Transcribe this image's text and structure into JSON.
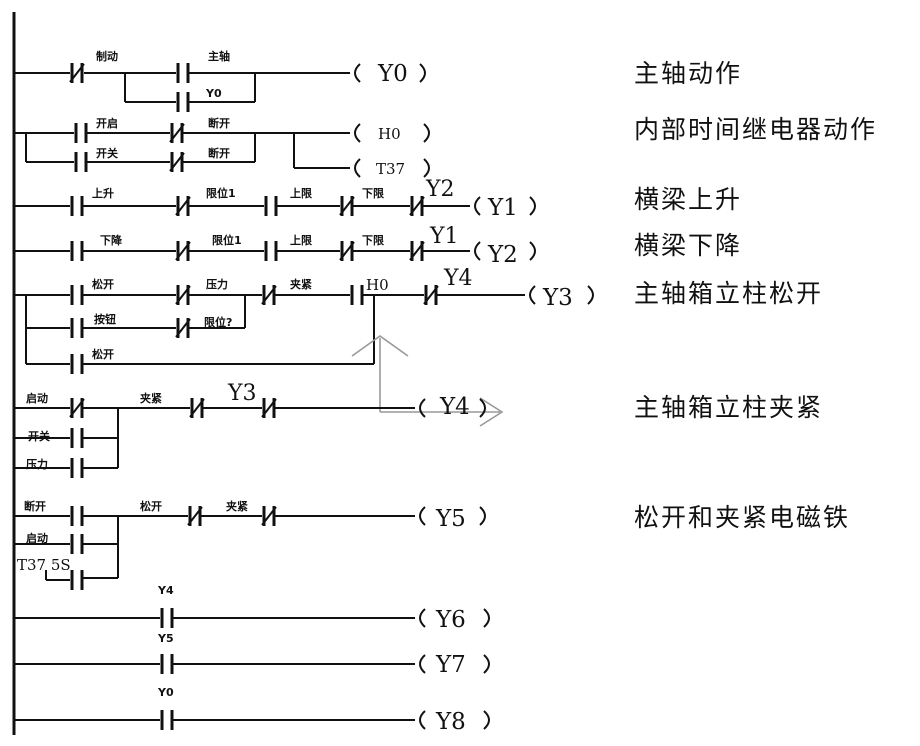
{
  "diagram": {
    "notes": [
      "主轴动作",
      "内部时间继电器动作",
      "横梁上升",
      "横梁下降",
      "主轴箱立柱松开",
      "主轴箱立柱夹紧",
      "松开和夹紧电磁铁"
    ],
    "coils": [
      "Y0",
      "H0",
      "T37",
      "Y1",
      "Y2",
      "Y3",
      "Y4",
      "Y5",
      "Y6",
      "Y7",
      "Y8"
    ],
    "contact_labels": {
      "r1_c1": "制动",
      "r1_c2": "主轴",
      "r1_c3": "Y0",
      "r2_c1": "开启",
      "r2_c2": "断开",
      "r2_c3": "开关",
      "r2_c4": "断开",
      "r3_c1": "上升",
      "r3_c2": "限位1",
      "r3_c3": "上限",
      "r3_c4": "下限",
      "r3_tag": "Y2",
      "r4_c1": "下降",
      "r4_c2": "限位1",
      "r4_c3": "上限",
      "r4_c4": "下限",
      "r4_tag": "Y1",
      "r5_c1": "松开",
      "r5_c2": "压力",
      "r5_c3": "夹紧",
      "r5_c4": "H0",
      "r5_tag": "Y4",
      "r6_c1": "按钮",
      "r6_c2": "限位?",
      "r7_c1": "松开",
      "r8_c1": "启动",
      "r8_c2": "夹紧",
      "r8_c3": "Y3",
      "r9_c1": "开关",
      "r10_c1": "压力",
      "r11_c1": "断开",
      "r11_c2": "松开",
      "r11_c3": "夹紧",
      "r12_c1": "启动",
      "r13_c1": "T37 5S",
      "r14_c1": "Y4",
      "r15_c1": "Y5",
      "r16_c1": "Y0"
    }
  }
}
